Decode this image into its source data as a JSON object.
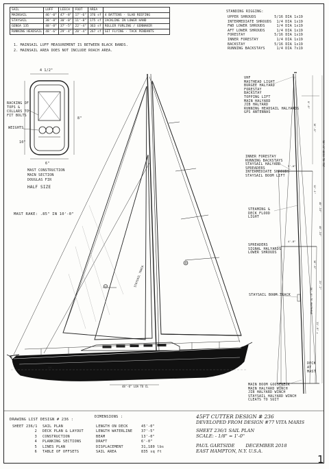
{
  "sail_table": {
    "headers": [
      "SAIL",
      "LUFF",
      "LEECH",
      "FOOT",
      "AREA",
      ""
    ],
    "rows": [
      [
        "MAINSAIL",
        "46'-0\"",
        "47'-8\"",
        "17'-6\"",
        "376 sf",
        "4 BATTENS · SLAB REEFING"
      ],
      [
        "STAYSAIL",
        "38'-8\"",
        "30'-0\"",
        "11'-8\"",
        "175 sf",
        "JACKLINE IN LOWER HAND"
      ],
      [
        "GENOA 135",
        "48'-8\"",
        "37'-5\"",
        "22'-4\"",
        "363 sf",
        "ROLLER FURLING / GENNAKER"
      ],
      [
        "RUNNING HEADSAIL",
        "48'-6\"",
        "29'-4\"",
        "20'-4\"",
        "267 sf",
        "SET FLYING · TACK PENDANTS"
      ]
    ]
  },
  "notes": {
    "note1": "1. MAINSAIL LUFF MEASUREMENT IS BETWEEN BLACK BANDS.",
    "note2": "2. MAINSAIL AREA DOES NOT INCLUDE ROACH AREA."
  },
  "standing_rigging": {
    "title": "STANDING RIGGING:",
    "items": [
      {
        "name": "UPPER SHROUDS",
        "spec": "5/16 DIA 1x19"
      },
      {
        "name": "INTERMEDIATE SHROUDS",
        "spec": "1/4 DIA 1x19"
      },
      {
        "name": "FWD LOWER SHROUDS",
        "spec": "1/4 DIA 1x19"
      },
      {
        "name": "AFT LOWER SHROUDS",
        "spec": "1/4 DIA 1x19"
      },
      {
        "name": "FORESTAY",
        "spec": "5/16 DIA 1x19"
      },
      {
        "name": "INNER FORESTAY",
        "spec": "1/4 DIA 1x19"
      },
      {
        "name": "BACKSTAY",
        "spec": "5/16 DIA 1x19"
      },
      {
        "name": "RUNNING BACKSTAYS",
        "spec": "1/4 DIA 7x19"
      }
    ]
  },
  "mast_section": {
    "dim_top": "4 1/2\"",
    "dim_side_upper": "8\"",
    "dim_side_lower": "10\"",
    "dim_bottom": "6\"",
    "label_left": "BACKING OF TOPS & COLLARS TO FIT BOLTS",
    "label_weights": "WEIGHTS",
    "caption": [
      "MAST CONSTRUCTION",
      "MAIN SECTION",
      "DOUGLAS FIR",
      "HALF SIZE"
    ]
  },
  "mast_rake": "MAST RAKE:  .85\" IN 10'-0\"",
  "side_labels": {
    "group1": [
      "VHF",
      "MASTHEAD LIGHT",
      "BURGEE HALYARD",
      "FORESTAY",
      "BACKSTAY",
      "TOPPING LIFT",
      "MAIN HALYARD",
      "JIB HALYARD",
      "RUNNING HEADSAIL HALYARDS",
      "GPS ANTENNAS"
    ],
    "group2": [
      "INNER FORESTAY",
      "RUNNING BACKSTAYS",
      "STAYSAIL HALYARD",
      "SPREADERS",
      "INTERMEDIATE SHROUDS",
      "STAYSAIL BOOM LIFT"
    ],
    "group3": [
      "STEAMING & DECK FLOOD LIGHT"
    ],
    "group4": [
      "SPREADERS",
      "SIGNAL HALYARDS",
      "LOWER SHROUDS"
    ],
    "group5": [
      "STAYSAIL BOOM TRACK"
    ],
    "group6": [
      "MAIN BOOM GOOSENECK",
      "MAIN HALYARD WINCH",
      "JIB HALYARD WINCH",
      "STAYSAIL HALYARD WINCH",
      "CLEATS TO SUIT"
    ],
    "deck_label": "DECK AT MAST",
    "mast_dims": [
      "8'-0\"",
      "16'-0\"",
      "12'-1\"",
      "10'-0\"",
      "11'-0\" +",
      "58'-0\" DECK TO TOP",
      "48'-10\"",
      "40'-10\"",
      "23'-2\"",
      "56'-0\" TO MASTHEAD"
    ],
    "spreader_dims": [
      "5'-0\"",
      "4'-8\""
    ]
  },
  "drawing_marks": {
    "dwl": "DWL",
    "mast_hull_label": "48'-6\" LOA  TO CL",
    "sail_mark": "STAYSAIL TRACK"
  },
  "drawing_list": {
    "title": "DRAWING LIST DESIGN # 236 :",
    "items": [
      {
        "no": "SHEET 236/1",
        "name": "SAIL PLAN"
      },
      {
        "no": "2",
        "name": "DECK PLAN & LAYOUT"
      },
      {
        "no": "3",
        "name": "CONSTRUCTION"
      },
      {
        "no": "4",
        "name": "PLANKING SECTIONS"
      },
      {
        "no": "5",
        "name": "LINES PLAN"
      },
      {
        "no": "6",
        "name": "TABLE OF OFFSETS"
      }
    ]
  },
  "dimensions": {
    "title": "DIMENSIONS :",
    "items": [
      {
        "label": "LENGTH ON DECK",
        "value": "45'-0\""
      },
      {
        "label": "LENGTH WATERLINE",
        "value": "37'-5\""
      },
      {
        "label": "BEAM",
        "value": "13'-0\""
      },
      {
        "label": "DRAFT",
        "value": "6'-0\""
      },
      {
        "label": "DISPLACEMENT",
        "value": "31,180 lbs"
      },
      {
        "label": "SAIL AREA",
        "value": "835 sq ft"
      }
    ]
  },
  "title_block": {
    "line1": "45FT CUTTER DESIGN # 236",
    "line2": "DEVELOPED FROM DESIGN #77 VITA MARIS",
    "line3": "SHEET 236/1   SAIL PLAN",
    "line4": "SCALE:  - 1/8\" = 1'-0\"",
    "designer": "PAUL GARTSIDE",
    "date": "DECEMBER  2018",
    "place": "EAST HAMPTON,  N.Y.  U.S.A."
  },
  "page_number": "1"
}
